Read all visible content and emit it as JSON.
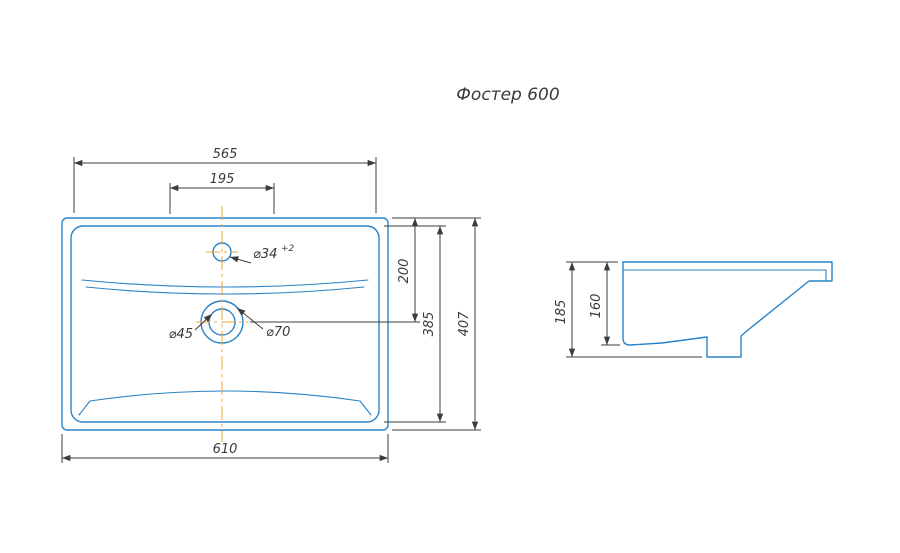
{
  "title": "Фостер 600",
  "colors": {
    "drawing_line": "#2a83c5",
    "dimension_line": "#3c3c3e",
    "centerline": "#f2a93b",
    "background": "#ffffff"
  },
  "top_view": {
    "dimensions": {
      "rim_width": "565",
      "hole_spacing": "195",
      "overall_width": "610",
      "rim_depth": "385",
      "overall_depth": "407",
      "drain_offset": "200"
    },
    "labels": {
      "faucet_hole": "⌀34",
      "faucet_hole_tolerance": "+2",
      "drain_inner": "⌀45",
      "drain_outer": "⌀70"
    }
  },
  "side_view": {
    "dimensions": {
      "overall_height": "185",
      "body_height": "160"
    }
  }
}
